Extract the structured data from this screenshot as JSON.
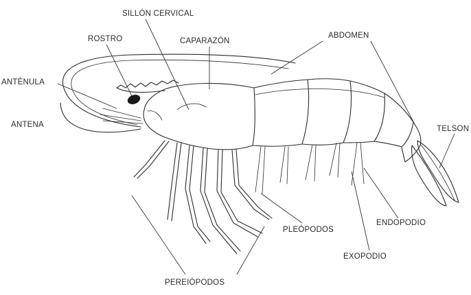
{
  "labels": {
    "sillon_cervical": "SILLÓN CERVICAL",
    "rostro": "ROSTRO",
    "caparazon": "CAPARAZÓN",
    "abdomen": "ABDOMEN",
    "antenula": "ANTÉNULA",
    "antena": "ANTENA",
    "telson": "TELSON",
    "pleopodos": "PLEÓPODOS",
    "endopodio": "ENDOPODIO",
    "exopodio": "EXOPODIO",
    "pereiopodos": "PEREIÓPODOS"
  },
  "colors": {
    "ink": "#2b2b2b",
    "background": "#ffffff"
  }
}
